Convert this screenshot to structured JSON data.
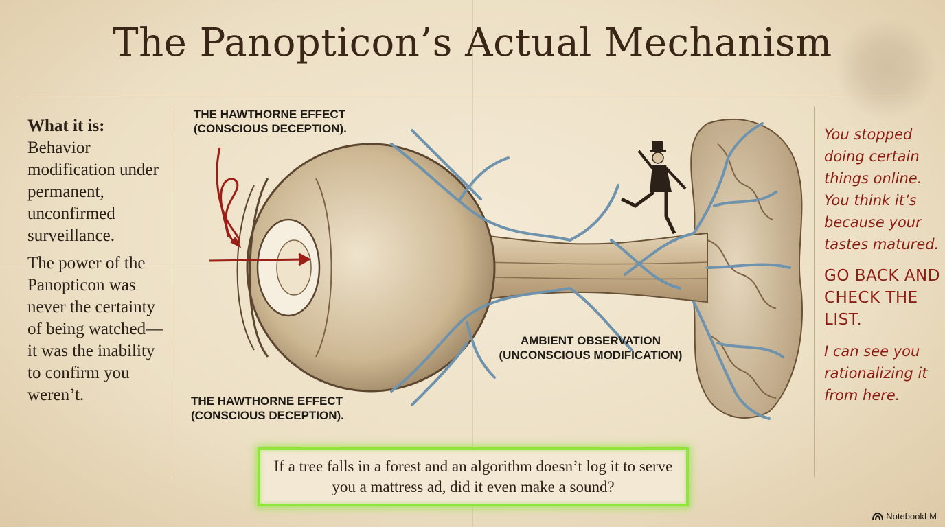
{
  "title": "The Panopticon’s Actual Mechanism",
  "left_column": {
    "label": "What it is:",
    "definition": "Behavior modification under permanent, unconfirmed surveillance.",
    "explanation": "The power of the Panopticon was never the certainty of being watched—it was the inability to confirm you weren’t."
  },
  "diagram_labels": {
    "top": "THE HAWTHORNE EFFECT (CONSCIOUS DECEPTION).",
    "bottom": "THE HAWTHORNE EFFECT (CONSCIOUS DECEPTION).",
    "ambient": "AMBIENT OBSERVATION (UNCONSCIOUS MODIFICATION)"
  },
  "right_column": {
    "note": "You stopped doing certain things online. You think it’s because your tastes matured.",
    "shout": "GO BACK AND CHECK THE LIST.",
    "aside": "I can see you rationalizing it from here."
  },
  "quote": "If a tree falls in a forest and an algorithm doesn’t log it to serve you a mattress ad, did it even make a sound?",
  "brand": "NotebookLM",
  "colors": {
    "accent_red": "#8c1d14",
    "highlight_green": "#8fe53a",
    "nerve_blue": "#6f93ad",
    "paper": "#efe3cb"
  },
  "icons": [
    "notebooklm-logo-icon",
    "red-arrow-icon"
  ]
}
